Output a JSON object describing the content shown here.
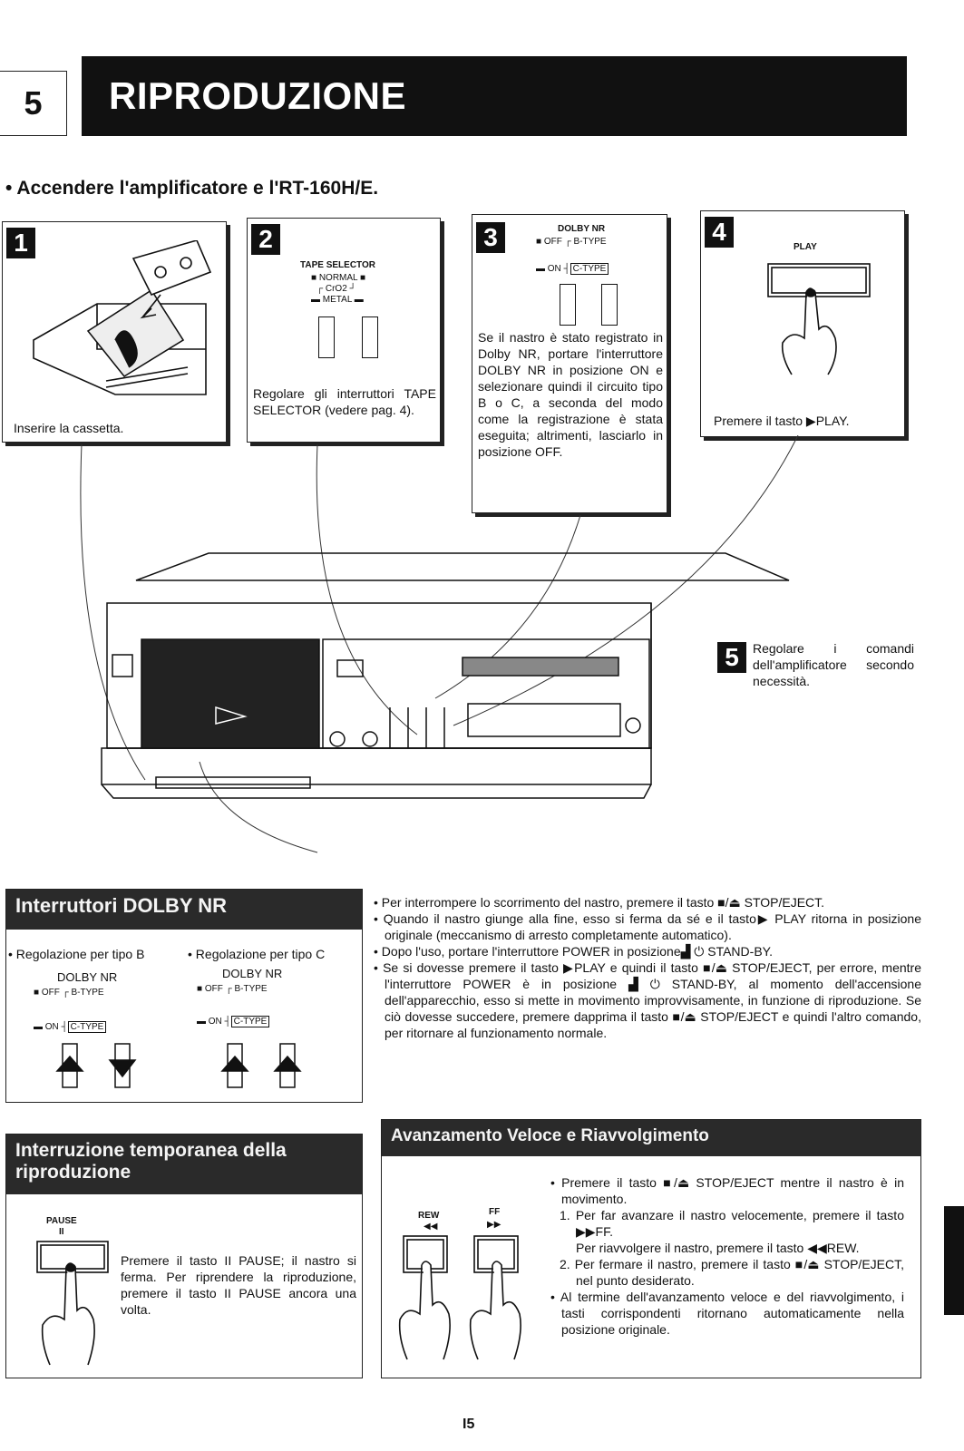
{
  "section": {
    "number": "5",
    "title": "RIPRODUZIONE"
  },
  "intro": "• Accendere l'amplificatore e l'RT-160H/E.",
  "steps": [
    {
      "num": "1",
      "text": "Inserire la cassetta."
    },
    {
      "num": "2",
      "label_title": "TAPE SELECTOR",
      "label_normal": "NORMAL",
      "label_cro2": "CrO2",
      "label_metal": "METAL",
      "text": "Regolare gli interruttori TAPE SELECTOR (vedere pag. 4)."
    },
    {
      "num": "3",
      "label_title": "DOLBY NR",
      "label_off": "OFF",
      "label_btype": "B-TYPE",
      "label_on": "ON",
      "label_ctype": "C-TYPE",
      "text": "Se il nastro è stato registrato in Dolby NR, portare l'interruttore DOLBY NR in posizione ON e selezionare quindi il circuito tipo B o C, a seconda del modo come la registrazione è stata eseguita; altrimenti, lasciarlo in posizione OFF."
    },
    {
      "num": "4",
      "label_title": "PLAY",
      "text": "Premere il tasto ▶PLAY."
    },
    {
      "num": "5",
      "text": "Regolare i comandi dell'amplificatore secondo necessità."
    }
  ],
  "dolby_section": {
    "title": "Interruttori DOLBY NR",
    "col_b": "• Regolazione per tipo B",
    "col_c": "• Regolazione per tipo C",
    "label_title": "DOLBY NR",
    "label_off": "OFF",
    "label_btype": "B-TYPE",
    "label_on": "ON",
    "label_ctype": "C-TYPE"
  },
  "notes": [
    "Per interrompere lo scorrimento del nastro, premere il tasto ■/⏏ STOP/EJECT.",
    "Quando il nastro giunge alla fine, esso si ferma da sé e il tasto▶ PLAY ritorna in posizione originale (meccanismo di arresto completamente automatico).",
    "Dopo l'uso, portare l'interruttore POWER in posizione▟ ⏻ STAND-BY.",
    "Se si dovesse premere il tasto ▶PLAY e quindi il tasto ■/⏏ STOP/EJECT, per errore, mentre l'interruttore POWER è in posizione ▟ ⏻ STAND-BY, al momento dell'accensione dell'apparecchio, esso si mette in movimento improvvisamente, in funzione di riproduzione. Se ciò dovesse succedere, premere dapprima il tasto ■/⏏ STOP/EJECT e quindi l'altro comando, per ritornare al funzionamento normale."
  ],
  "pause_section": {
    "title": "Interruzione temporanea della riproduzione",
    "label": "PAUSE",
    "label_symbol": "II",
    "text": "Premere il tasto II PAUSE; il nastro si ferma. Per riprendere la riproduzione, premere il tasto II PAUSE ancora una volta."
  },
  "ff_section": {
    "title": "Avanzamento Veloce e Riavvolgimento",
    "label_rew": "REW",
    "label_ff": "FF",
    "intro": "• Premere il tasto ■/⏏ STOP/EJECT mentre il nastro è in movimento.",
    "item1": "1. Per far avanzare il nastro velocemente, premere il tasto ▶▶FF.",
    "item1b": "Per riavvolgere il nastro, premere il tasto ◀◀REW.",
    "item2": "2. Per fermare il nastro, premere il tasto ■/⏏ STOP/EJECT, nel punto desiderato.",
    "outro": "• Al termine dell'avanzamento veloce e del riavvolgimento, i tasti corrispondenti ritornano automaticamente nella posizione originale."
  },
  "page_number": "I5"
}
